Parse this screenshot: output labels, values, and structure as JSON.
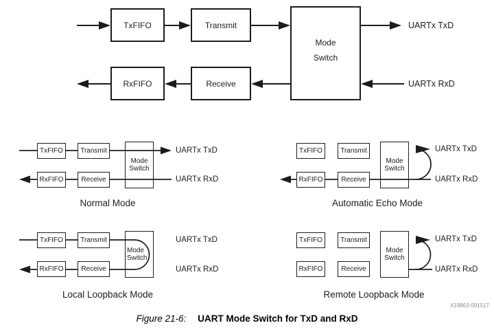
{
  "colors": {
    "ink": "#1c1c1c",
    "background": "#ffffff",
    "doc_number_gray": "#8a8a8a"
  },
  "blocks": {
    "txfifo": "TxFIFO",
    "transmit": "Transmit",
    "rxfifo": "RxFIFO",
    "receive": "Receive",
    "mode_switch": {
      "line1": "Mode",
      "line2": "Switch"
    }
  },
  "signals": {
    "txd": "UARTx TxD",
    "rxd": "UARTx RxD"
  },
  "mode_titles": {
    "normal": "Normal Mode",
    "automatic_echo": "Automatic Echo Mode",
    "local_loopback": "Local Loopback Mode",
    "remote_loopback": "Remote Loopback Mode"
  },
  "figure_caption": {
    "label": "Figure 21-6:",
    "title": "UART Mode Switch for TxD and RxD"
  },
  "doc_number": "X19863-091517"
}
